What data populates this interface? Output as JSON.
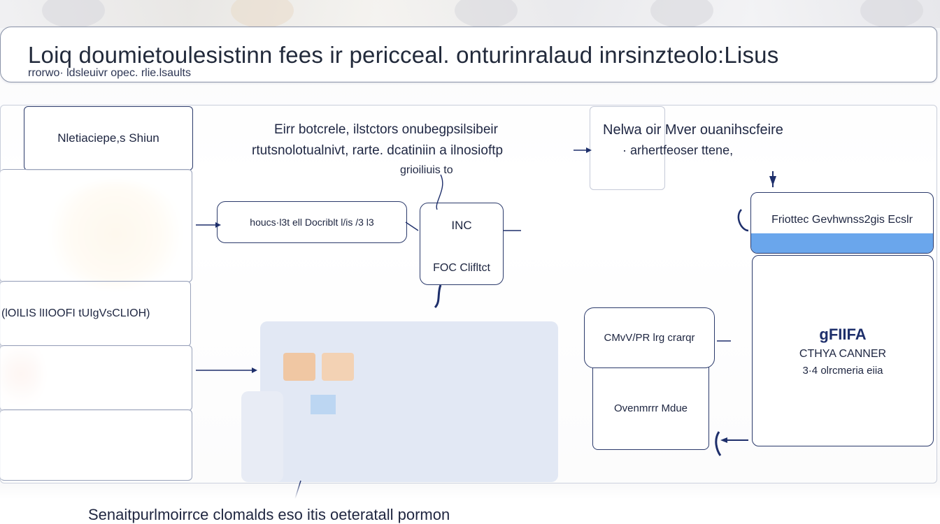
{
  "header": {
    "title": "Loiq doumietoulesistinn fees  ir pericceal. onturinralaud inrsinzteolo:Lisus",
    "subtitle": "rrorwo· ldsleuivr opec. rlie.lsaults"
  },
  "nodes": {
    "top_left_label": "Nletiaciepe,s Shiun",
    "center_top_line1": "Eirr botcrele,  ilstctors  onubegpsilsibeir",
    "center_top_line2": "rtutsnolotualnivt, rarte. dcatiniin a  ilnosioftp",
    "center_top_line3": "grioiliuis to",
    "mid_box": "houcs·l3t  ell Docriblt  l/is /3 l3",
    "center_small_top": "INC",
    "center_small_bottom": "FOC Clifltct",
    "left_mid": "(lOILIS  lIIOOFI  tUIgVsCLIOH)",
    "right_top_line1": "Nelwa oir Mver ouanihscfeire",
    "right_top_line2": "· arhertfeoser ttene,",
    "right_banner": "Friottec Gevhwnss2gis Ecslr",
    "right_logo_line1": "gFIIFA",
    "right_logo_line2": "CTHYA CANNER",
    "right_logo_line3": "3·4 olrcmeria  eiia",
    "center_right_box_top": "CMvV/PR  lrg crarqr",
    "center_right_box_bottom": "Ovenmrrr Mdue"
  },
  "footer": {
    "caption": "Senaitpurlmoirrce clomalds eso itis oeteratall pormon"
  },
  "colors": {
    "accent_navy": "#1e2f6b",
    "accent_blue": "#6aa6ec",
    "box_border": "#2b3a6b"
  }
}
